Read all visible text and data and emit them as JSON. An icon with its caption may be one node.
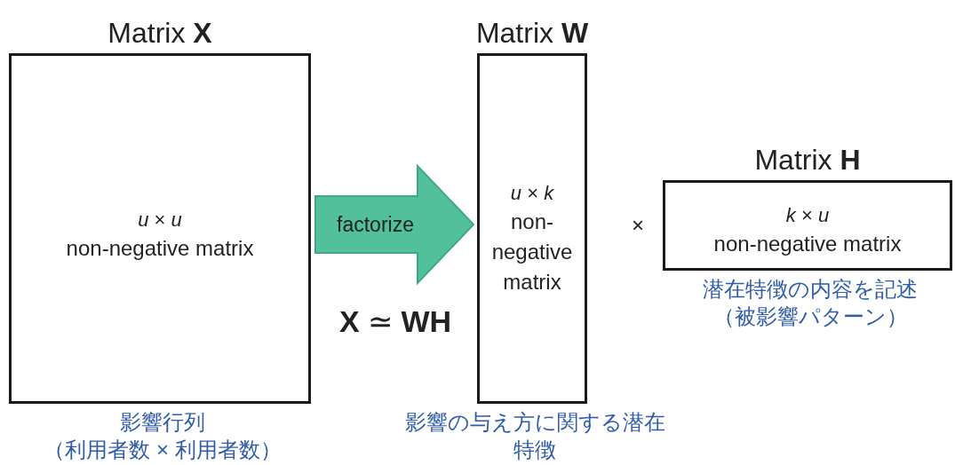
{
  "diagram": {
    "nodes": [
      {
        "text": [
          "Matrix **X**",
          "*u* × *u*",
          "non-negative matrix"
        ],
        "beside": [
          "影響行列",
          "（利用者数 × 利用者数）"
        ]
      },
      {
        "text": [
          "Matrix **W**",
          "*u* × *k*",
          "non-negative matrix"
        ],
        "beside": [
          "影響の与え方に関する潜在特徴"
        ]
      },
      {
        "text": [
          "Matrix **H**",
          "*k* × *u*",
          "non-negative matrix"
        ],
        "beside": [
          "潜在特徴の内容を記述",
          "（被影響パターン）"
        ]
      }
    ],
    "edges": [
      {
        "from": 0,
        "to": 1,
        "arrow": "to",
        "label": "factorize",
        "style": "thick",
        "color": "#52c09b"
      }
    ],
    "labels": [
      "**X** ≃ **WH**",
      "×"
    ]
  }
}
